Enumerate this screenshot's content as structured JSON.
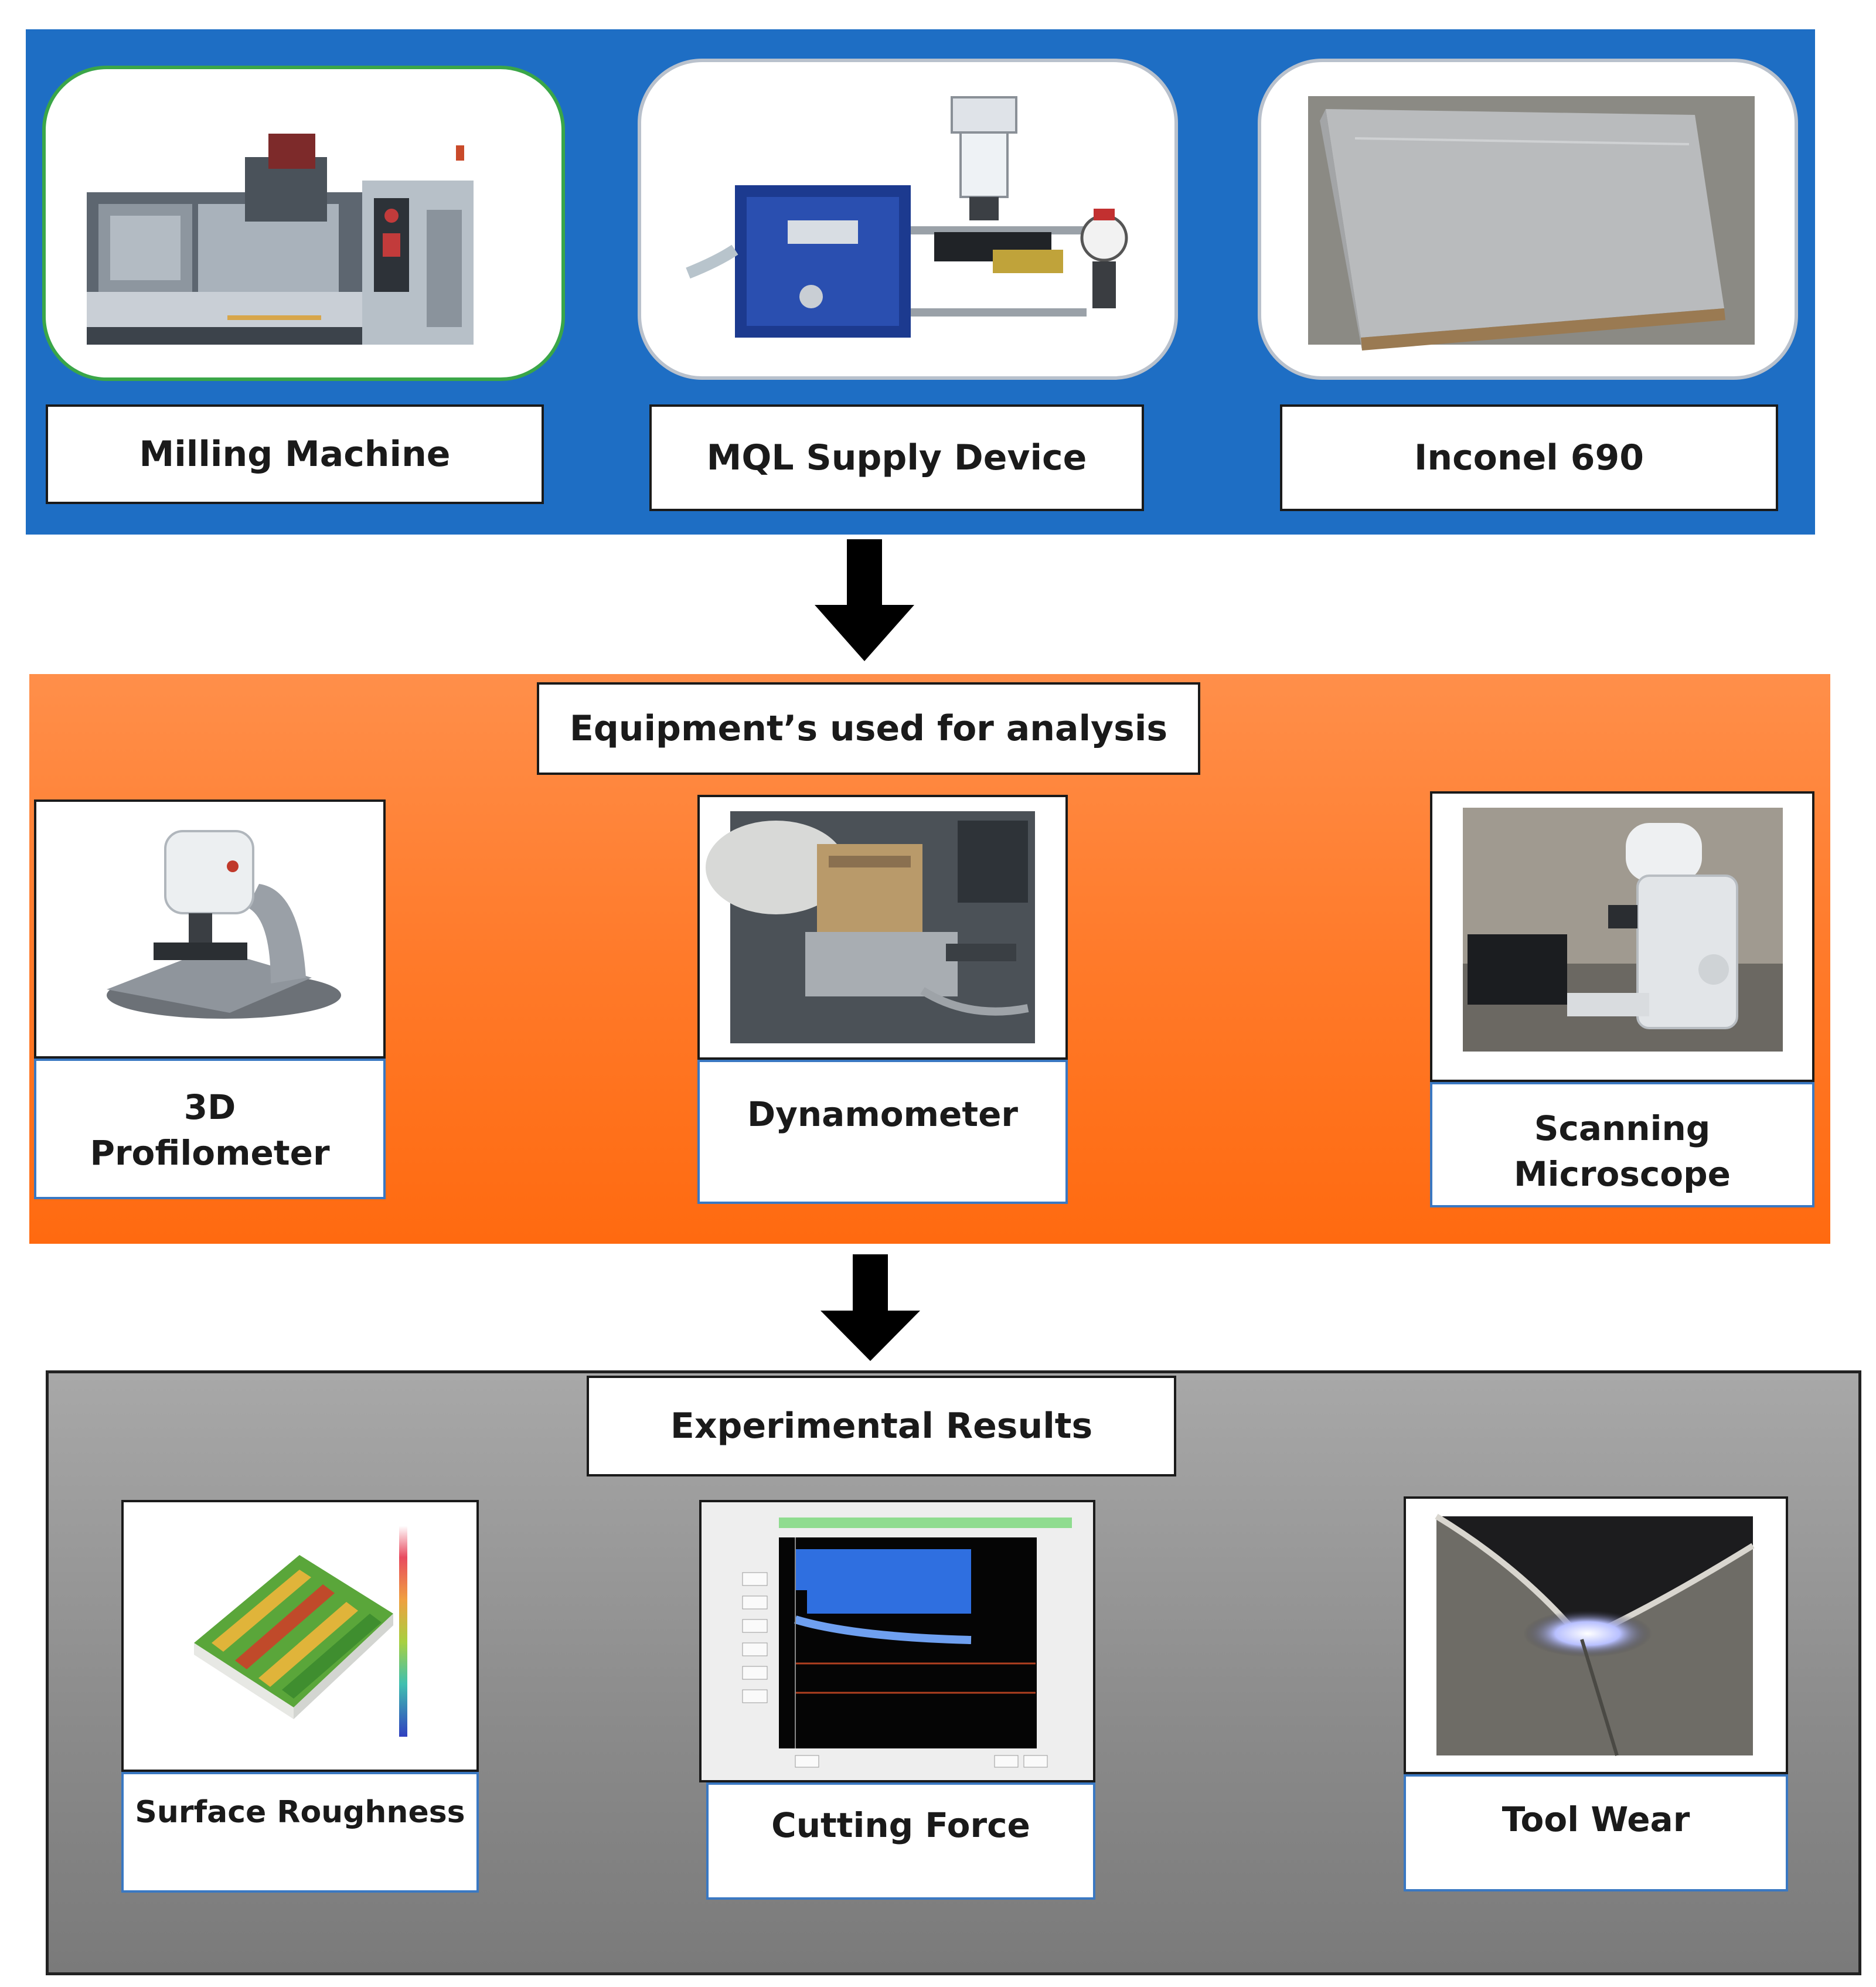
{
  "setup": {
    "items": [
      {
        "label": "Milling Machine"
      },
      {
        "label": "MQL Supply Device"
      },
      {
        "label": "Inconel 690"
      }
    ]
  },
  "equipment": {
    "title": "Equipment’s used for analysis",
    "items": [
      {
        "label_line1": "3D",
        "label_line2": "Profilometer"
      },
      {
        "label": "Dynamometer"
      },
      {
        "label_line1": "Scanning",
        "label_line2": "Microscope"
      }
    ]
  },
  "results": {
    "title": "Experimental Results",
    "items": [
      {
        "label": "Surface Roughness"
      },
      {
        "label": "Cutting Force"
      },
      {
        "label": "Tool Wear"
      }
    ]
  },
  "colors": {
    "setup_panel": "#1e6ec4",
    "equipment_panel": "#ff7a2a",
    "results_panel": "#8a8a8a",
    "arrow": "#000000"
  },
  "icons": [
    "milling-machine-photo",
    "mql-device-photo",
    "inconel-plate-photo",
    "profilometer-photo",
    "dynamometer-photo",
    "sem-photo",
    "surface-roughness-plot",
    "cutting-force-plot",
    "tool-wear-photo",
    "down-arrow"
  ]
}
